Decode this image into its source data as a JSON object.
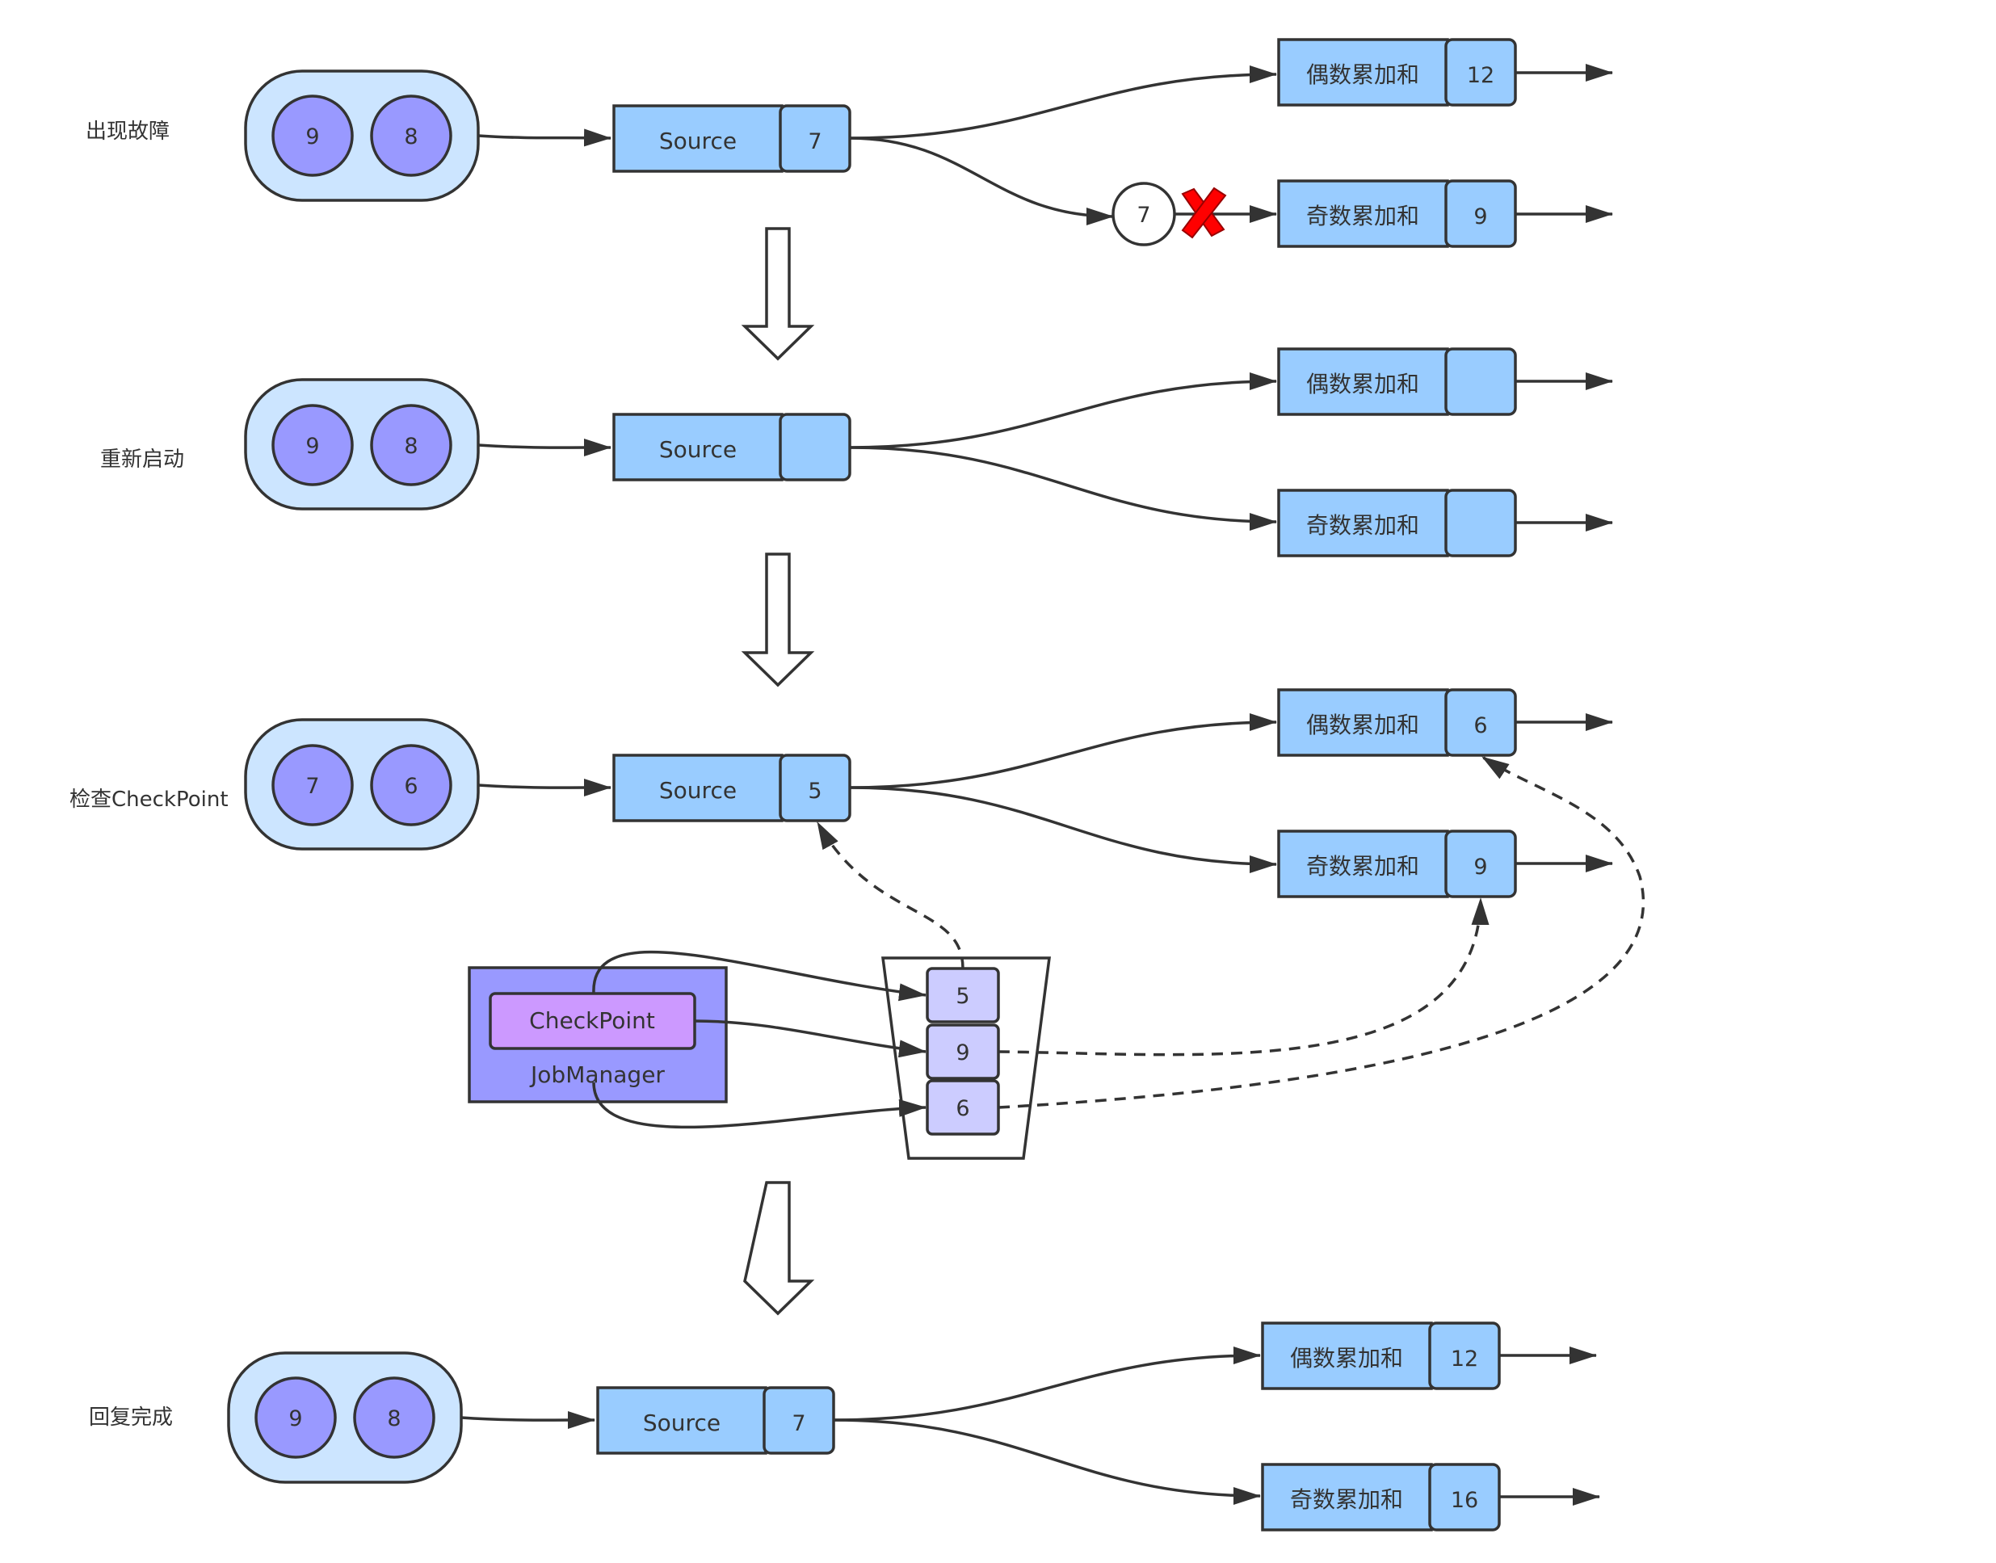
{
  "colors": {
    "pill_fill": "#cce5ff",
    "ball_fill": "#9999ff",
    "box_fill": "#99ccff",
    "stroke": "#333333",
    "jobmanager_fill": "#9999ff",
    "checkpoint_fill": "#cc99ff",
    "state_cell_fill": "#ccccff",
    "error_x": "#ff0000"
  },
  "stages": [
    {
      "label": "出现故障",
      "balls": [
        "9",
        "8"
      ],
      "source": "Source",
      "source_value": "7",
      "even_label": "偶数累加和",
      "even_value": "12",
      "odd_label": "奇数累加和",
      "odd_value": "9",
      "in_flight": "7"
    },
    {
      "label": "重新启动",
      "balls": [
        "9",
        "8"
      ],
      "source": "Source",
      "source_value": "",
      "even_label": "偶数累加和",
      "even_value": "",
      "odd_label": "奇数累加和",
      "odd_value": ""
    },
    {
      "label": "检查CheckPoint",
      "balls": [
        "7",
        "6"
      ],
      "source": "Source",
      "source_value": "5",
      "even_label": "偶数累加和",
      "even_value": "6",
      "odd_label": "奇数累加和",
      "odd_value": "9"
    },
    {
      "label": "回复完成",
      "balls": [
        "9",
        "8"
      ],
      "source": "Source",
      "source_value": "7",
      "even_label": "偶数累加和",
      "even_value": "12",
      "odd_label": "奇数累加和",
      "odd_value": "16"
    }
  ],
  "jobmanager": {
    "label": "JobManager",
    "checkpoint_label": "CheckPoint",
    "state": [
      "5",
      "9",
      "6"
    ]
  }
}
